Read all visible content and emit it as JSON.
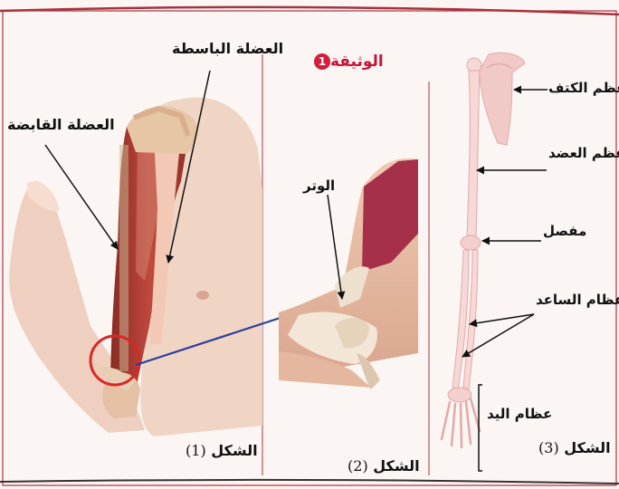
{
  "document": {
    "title": "الوثيقة",
    "title_number": "1",
    "figure1": {
      "caption": "الشكل",
      "number": "(1)",
      "labels": {
        "flexor_muscle": "العضلة القابضة",
        "extensor_muscle": "العضلة الباسطة"
      }
    },
    "figure2": {
      "caption": "الشكل",
      "number": "(2)",
      "labels": {
        "tendon": "الوتر"
      }
    },
    "figure3": {
      "caption": "الشكل",
      "number": "(3)",
      "labels": {
        "shoulder_bone": "عظم الكتف",
        "upper_arm_bone": "عظم العضد",
        "joint": "مفصل",
        "forearm_bones": "عظام الساعد",
        "hand_bones": "عظام اليد"
      }
    }
  },
  "colors": {
    "title_red": "#c4143a",
    "highlight_circle": "#d62828",
    "connector_arrow": "#2a3f9a",
    "divider": "#c97080"
  }
}
